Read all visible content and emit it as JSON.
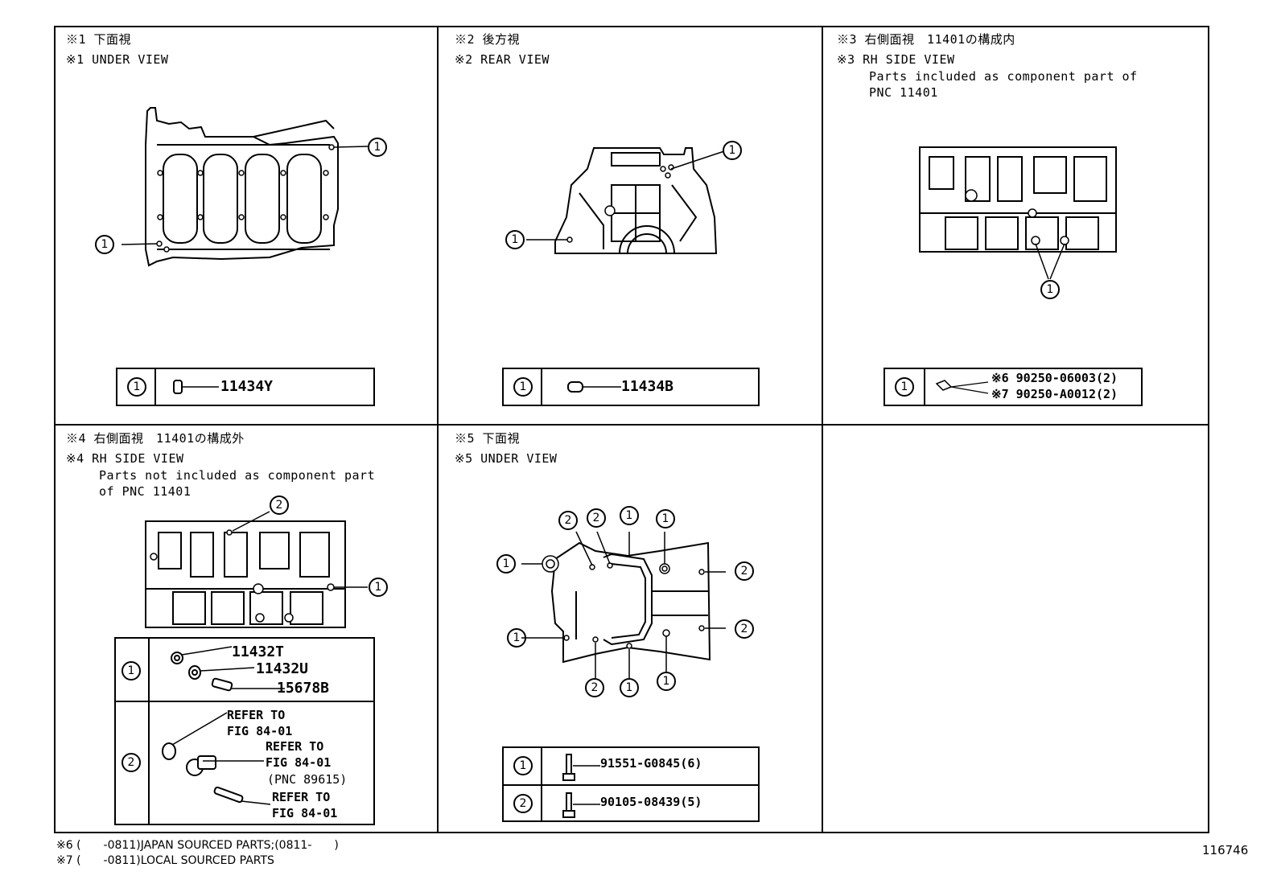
{
  "panels": [
    {
      "id": "p1",
      "title_jp": "※1 下面視",
      "title_en": "※1 UNDER VIEW",
      "desc": [],
      "parts": [
        {
          "ref": "1",
          "numbers": [
            "11434Y"
          ]
        }
      ]
    },
    {
      "id": "p2",
      "title_jp": "※2 後方視",
      "title_en": "※2 REAR VIEW",
      "desc": [],
      "parts": [
        {
          "ref": "1",
          "numbers": [
            "11434B"
          ]
        }
      ]
    },
    {
      "id": "p3",
      "title_jp": "※3 右側面視　11401の構成内",
      "title_en": "※3 RH SIDE VIEW",
      "desc": [
        "Parts included as component part of",
        "PNC 11401"
      ],
      "parts": [
        {
          "ref": "1",
          "numbers": [
            "※6 90250-06003(2)",
            "※7 90250-A0012(2)"
          ]
        }
      ]
    },
    {
      "id": "p4",
      "title_jp": "※4 右側面視　11401の構成外",
      "title_en": "※4 RH SIDE VIEW",
      "desc": [
        "Parts not included as component part",
        "of PNC 11401"
      ],
      "parts": [
        {
          "ref": "1",
          "numbers": [
            "11432T",
            "11432U",
            "15678B"
          ]
        },
        {
          "ref": "2",
          "numbers": [
            "REFER TO",
            "FIG 84-01",
            "REFER TO",
            "FIG 84-01",
            "(PNC 89615)",
            "REFER TO",
            "FIG 84-01"
          ]
        }
      ]
    },
    {
      "id": "p5",
      "title_jp": "※5 下面視",
      "title_en": "※5 UNDER VIEW",
      "desc": [],
      "parts": [
        {
          "ref": "1",
          "numbers": [
            "91551-G0845(6)"
          ]
        },
        {
          "ref": "2",
          "numbers": [
            "90105-08439(5)"
          ]
        }
      ]
    }
  ],
  "footnotes": [
    "※6 (　　-0811)JAPAN SOURCED PARTS;(0811-　　)",
    "※7 (　　-0811)LOCAL SOURCED PARTS"
  ],
  "figure_number": "116746",
  "callout_labels": {
    "one": "1",
    "two": "2"
  }
}
